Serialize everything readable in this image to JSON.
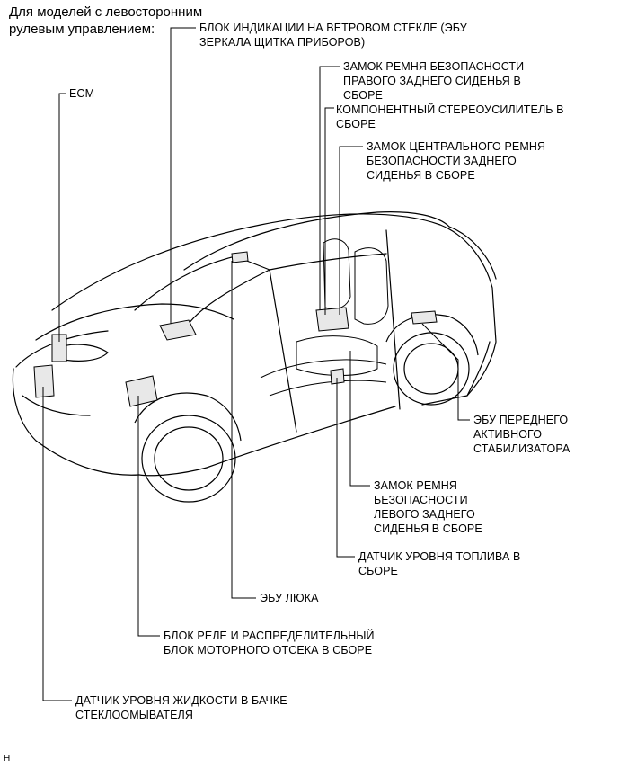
{
  "header": {
    "line1": "Для моделей с левосторонним",
    "line2": "рулевым управлением:"
  },
  "labels": {
    "hud": [
      "БЛОК ИНДИКАЦИИ НА ВЕТРОВОМ СТЕКЛЕ (ЭБУ",
      "ЗЕРКАЛА ЩИТКА ПРИБОРОВ)"
    ],
    "ecm": [
      "ECM"
    ],
    "rr_belt": [
      "ЗАМОК РЕМНЯ БЕЗОПАСНОСТИ",
      "ПРАВОГО ЗАДНЕГО СИДЕНЬЯ В",
      "СБОРЕ"
    ],
    "amp": [
      "КОМПОНЕНТНЫЙ СТЕРЕОУСИЛИТЕЛЬ В",
      "СБОРЕ"
    ],
    "center_belt": [
      "ЗАМОК ЦЕНТРАЛЬНОГО РЕМНЯ",
      "БЕЗОПАСНОСТИ ЗАДНЕГО",
      "СИДЕНЬЯ В СБОРЕ"
    ],
    "stabilizer": [
      "ЭБУ ПЕРЕДНЕГО",
      "АКТИВНОГО",
      "СТАБИЛИЗАТОРА"
    ],
    "rl_belt": [
      "ЗАМОК РЕМНЯ",
      "БЕЗОПАСНОСТИ",
      "ЛЕВОГО ЗАДНЕГО",
      "СИДЕНЬЯ В СБОРЕ"
    ],
    "fuel": [
      "ДАТЧИК УРОВНЯ ТОПЛИВА В",
      "СБОРЕ"
    ],
    "sunroof": [
      "ЭБУ ЛЮКА"
    ],
    "relay": [
      "БЛОК РЕЛЕ И РАСПРЕДЕЛИТЕЛЬНЫЙ",
      "БЛОК МОТОРНОГО ОТСЕКА В СБОРЕ"
    ],
    "washer": [
      "ДАТЧИК УРОВНЯ ЖИДКОСТИ В БАЧКЕ",
      "СТЕКЛООМЫВАТЕЛЯ"
    ]
  },
  "corner_mark": "H"
}
